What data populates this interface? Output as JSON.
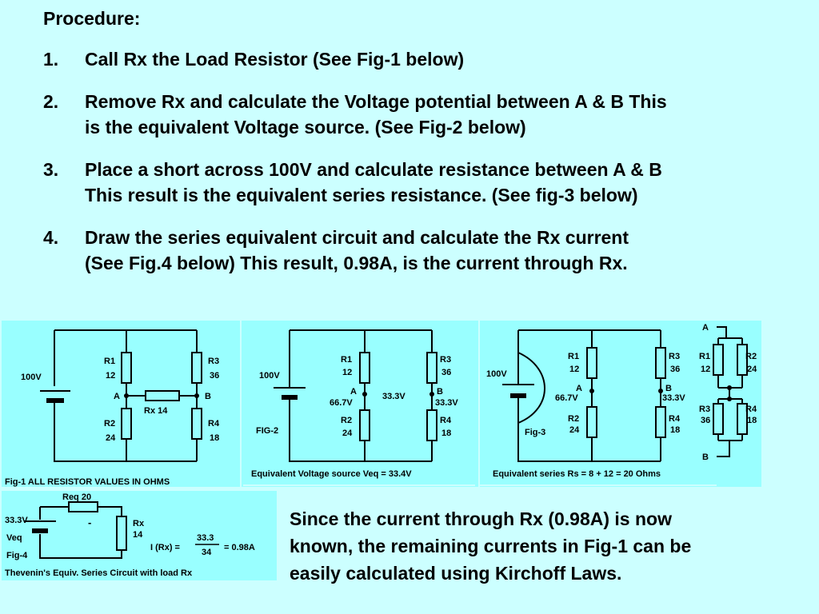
{
  "procedure": {
    "title": "Procedure:",
    "steps": [
      {
        "num": "1.",
        "lines": [
          "Call Rx the Load Resistor (See Fig-1 below)"
        ]
      },
      {
        "num": "2.",
        "lines": [
          "Remove Rx and calculate the Voltage potential between  A & B This",
          "is the equivalent Voltage source. (See Fig-2 below)"
        ]
      },
      {
        "num": "3.",
        "lines": [
          "Place a short across 100V and calculate resistance between A & B",
          "This result is the equivalent series resistance. (See fig-3 below)"
        ]
      },
      {
        "num": "4.",
        "lines": [
          "Draw the series equivalent circuit and calculate the Rx current",
          "(See  Fig.4 below) This result, 0.98A, is the current through Rx."
        ]
      }
    ]
  },
  "fig1": {
    "source": "100V",
    "r1": "R1",
    "r1_val": "12",
    "r2": "R2",
    "r2_val": "24",
    "r3": "R3",
    "r3_val": "36",
    "r4": "R4",
    "r4_val": "18",
    "node_a": "A",
    "node_b": "B",
    "rx": "Rx  14",
    "caption": "Fig-1   ALL RESISTOR VALUES IN OHMS"
  },
  "fig2": {
    "source": "100V",
    "r1": "R1",
    "r1_val": "12",
    "r2": "R2",
    "r2_val": "24",
    "r3": "R3",
    "r3_val": "36",
    "r4": "R4",
    "r4_val": "18",
    "node_a": "A",
    "va": "66.7V",
    "node_b": "B",
    "vb": "33.3V",
    "vab": "33.3V",
    "label": "FIG-2",
    "caption": "Equivalent Voltage source Veq = 33.4V"
  },
  "fig3": {
    "source": "100V",
    "r1": "R1",
    "r1_val": "12",
    "r2": "R2",
    "r2_val": "24",
    "r3": "R3",
    "r3_val": "36",
    "r4": "R4",
    "r4_val": "18",
    "node_a": "A",
    "va": "66.7V",
    "node_b": "B",
    "vb": "33.3V",
    "label": "Fig-3",
    "caption": "Equivalent series Rs = 8 + 12 = 20 Ohms"
  },
  "fig3b": {
    "node_a": "A",
    "node_b": "B",
    "r1": "R1",
    "r1_val": "12",
    "r2": "R2",
    "r2_val": "24",
    "r3": "R3",
    "r3_val": "36",
    "r4": "R4",
    "r4_val": "18"
  },
  "fig4": {
    "req": "Req 20",
    "source": "33.3V",
    "minus": "-",
    "veq": "Veq",
    "label": "Fig-4",
    "rx": "Rx",
    "rx_val": "14",
    "formula_left": "I (Rx) =",
    "numerator": "33.3",
    "denominator": "34",
    "result": "=  0.98A",
    "caption": "Thevenin's Equiv. Series Circuit with load Rx"
  },
  "conclusion": {
    "lines": [
      "Since the current through Rx (0.98A) is now",
      "known, the remaining currents in Fig-1 can be",
      "easily calculated using Kirchoff Laws."
    ]
  }
}
